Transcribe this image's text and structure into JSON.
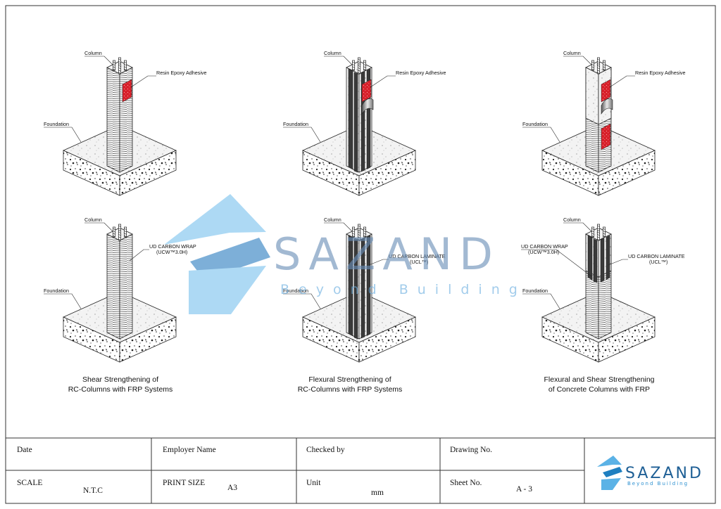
{
  "panels": [
    {
      "labels": {
        "column": "Column",
        "adhesive": "Resin Epoxy Adhesive",
        "foundation": "Foundation"
      }
    },
    {
      "labels": {
        "column": "Column",
        "adhesive": "Resin Epoxy Adhesive",
        "foundation": "Foundation"
      }
    },
    {
      "labels": {
        "column": "Column",
        "adhesive": "Resin Epoxy Adhesive",
        "foundation": "Foundation"
      }
    },
    {
      "labels": {
        "column": "Column",
        "wrap": "UD CARBON WRAP",
        "wrap_code": "(UCW™3.0H)",
        "foundation": "Foundation"
      }
    },
    {
      "labels": {
        "column": "Column",
        "laminate": "UD CARBON LAMINATE",
        "laminate_code": "(UCL™)",
        "foundation": "Foundation"
      }
    },
    {
      "labels": {
        "column": "Column",
        "wrap": "UD CARBON WRAP",
        "wrap_code": "(UCW™3.0H)",
        "laminate": "UD CARBON LAMINATE",
        "laminate_code": "(UCL™)",
        "foundation": "Foundation"
      }
    }
  ],
  "captions": [
    {
      "line1": "Shear Strengthening of",
      "line2": "RC-Columns with FRP Systems"
    },
    {
      "line1": "Flexural Strengthening of",
      "line2": "RC-Columns with FRP Systems"
    },
    {
      "line1": "Flexural and Shear Strengthening",
      "line2": "of Concrete Columns with FRP"
    }
  ],
  "watermark": {
    "brand": "SAZAND",
    "tagline": "Beyond Building"
  },
  "title_block": {
    "date_label": "Date",
    "employer_label": "Employer Name",
    "checked_label": "Checked by",
    "drawing_no_label": "Drawing No.",
    "scale_label": "SCALE",
    "scale_value": "N.T.C",
    "print_size_label": "PRINT SIZE",
    "print_size_value": "A3",
    "unit_label": "Unit",
    "unit_value": "mm",
    "sheet_no_label": "Sheet No.",
    "sheet_no_value": "A - 3",
    "logo_brand": "SAZAND",
    "logo_tagline": "Beyond Building"
  },
  "colors": {
    "resin": "#d8202a",
    "carbon": "#3a3a3a",
    "watermark": "#4aa3df",
    "logo_blue": "#1e7fc0"
  }
}
